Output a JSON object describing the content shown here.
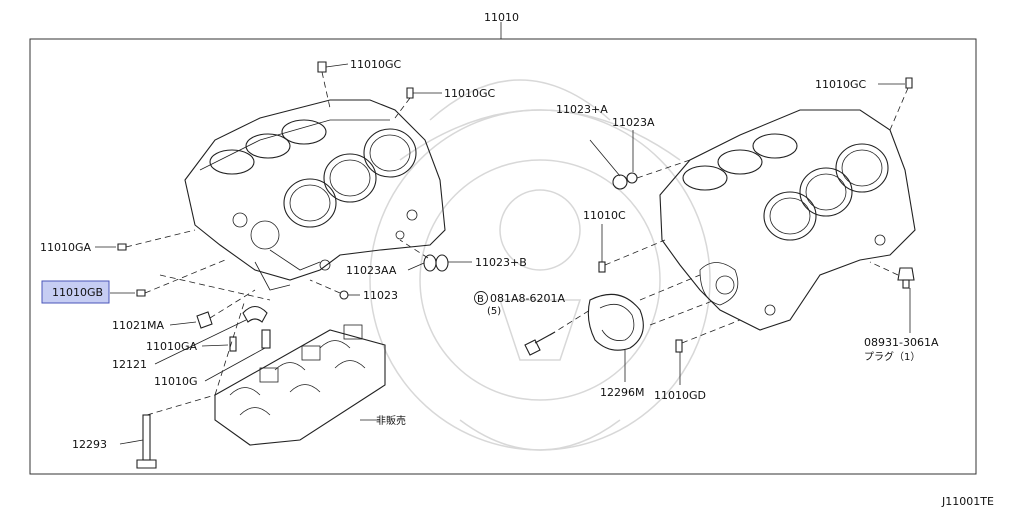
{
  "diagram": {
    "labels": {
      "main": "11010",
      "gc_left_1": "11010GC",
      "gc_left_2": "11010GC",
      "gc_right": "11010GC",
      "ga_left": "11010GA",
      "gb": "11010GB",
      "ma": "11021MA",
      "ga_bottom": "11010GA",
      "p12121": "12121",
      "g": "11010G",
      "p12293": "12293",
      "p11023": "11023",
      "aa": "11023AA",
      "plus_b": "11023+B",
      "plus_a": "11023+A",
      "p11023a": "11023A",
      "c": "11010C",
      "bolt_b": "B",
      "bolt_num": "081A8-6201A",
      "bolt_qty": "(5)",
      "p12296m": "12296M",
      "gd": "11010GD",
      "plug_num": "08931-3061A",
      "plug_name": "プラグ（1）",
      "not_sold": "非販売",
      "figure_code": "J11001TE"
    },
    "highlight_color": "#c6cdf3"
  }
}
